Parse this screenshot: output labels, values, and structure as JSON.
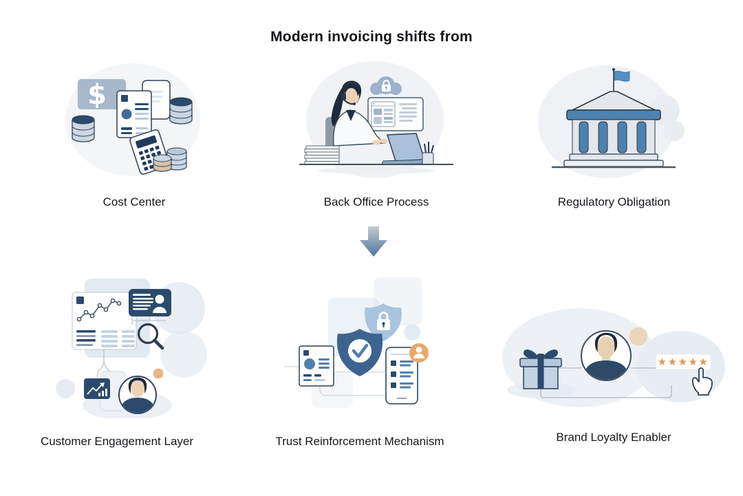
{
  "title": "Modern invoicing shifts from",
  "transition_arrow": {
    "icon": "down-arrow-icon",
    "gradient_top": "#c6cbd2",
    "gradient_bottom": "#4f759c"
  },
  "from_row": [
    {
      "label": "Cost Center",
      "icon": "money-documents-coins-calculator-illustration"
    },
    {
      "label": "Back Office Process",
      "icon": "support-agent-laptop-secure-cloud-illustration"
    },
    {
      "label": "Regulatory Obligation",
      "icon": "government-building-flag-illustration"
    }
  ],
  "to_row": [
    {
      "label": "Customer Engagement Layer",
      "icon": "analytics-dashboard-profile-search-avatar-illustration"
    },
    {
      "label": "Trust Reinforcement Mechanism",
      "icon": "shield-check-lock-documents-illustration"
    },
    {
      "label": "Brand Loyalty Enabler",
      "icon": "gift-avatar-five-star-rating-illustration"
    }
  ],
  "rating": {
    "stars": "★★★★★",
    "count": 5
  },
  "colors": {
    "navy": "#2c4a6b",
    "steel_blue": "#4d82b0",
    "light_steel": "#a9c4de",
    "pale_blue": "#dfe7f0",
    "orange_accent": "#e5a96b",
    "star_orange": "#d89a54",
    "skin": "#efd2b6",
    "text": "#15181c",
    "background": "#ffffff"
  }
}
